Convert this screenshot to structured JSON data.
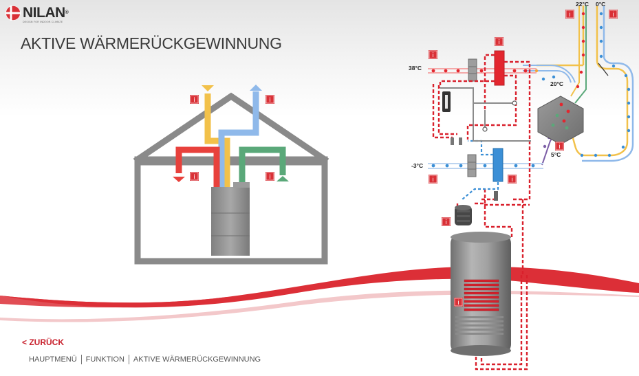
{
  "brand": {
    "name": "NILAN",
    "registered": "®",
    "tagline": "DESIGN FOR INDOOR CLIMATE",
    "colors": {
      "red": "#d93036",
      "dark": "#2c2c2c",
      "gray": "#8a8a8a"
    }
  },
  "page": {
    "title": "AKTIVE WÄRMERÜCKGEWINNUNG"
  },
  "nav": {
    "back_label": "< ZURÜCK",
    "breadcrumb": [
      "HAUPTMENÜ",
      "FUNKTION",
      "AKTIVE WÄRMERÜCKGEWINNUNG"
    ]
  },
  "temperatures": {
    "outdoor_in": "22°C",
    "outdoor_out": "0°C",
    "supply_hot": "38°C",
    "after_exchanger": "20°C",
    "exhaust_cold": "-3°C",
    "extract_cold": "5°C"
  },
  "info_icon": {
    "label": "i",
    "color": "#d93036"
  },
  "flow_colors": {
    "supply_warm": "#e8413c",
    "outdoor_air": "#f2c14a",
    "exhaust_air": "#8fb9ea",
    "extract_air": "#5aa879",
    "refrigerant": "#d9202c",
    "water_cold": "#3b8fd6",
    "house": "#8a8a8a"
  }
}
